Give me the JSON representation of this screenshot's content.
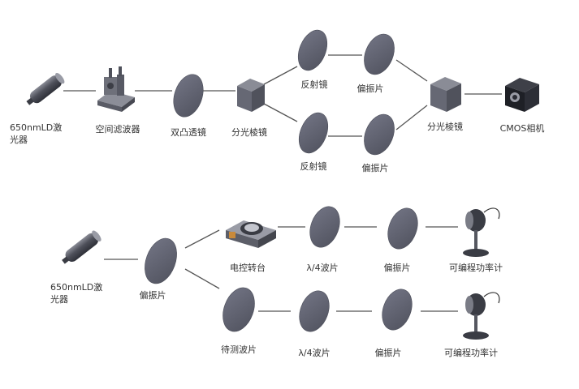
{
  "colors": {
    "line": "#555555",
    "component_fill": "#5e6070",
    "component_edge": "#4a4c58",
    "text": "#333333"
  },
  "setup_top": {
    "laser_line1": "650nmLD激",
    "laser_line2": "光器",
    "spatial_filter": "空间滤波器",
    "biconvex_lens": "双凸透镜",
    "beam_splitter_in": "分光棱镜",
    "mirror_upper": "反射镜",
    "polarizer_upper": "偏振片",
    "mirror_lower": "反射镜",
    "polarizer_lower": "偏振片",
    "beam_splitter_out": "分光棱镜",
    "camera": "CMOS相机"
  },
  "setup_bottom": {
    "laser_line1": "650nmLD激",
    "laser_line2": "光器",
    "polarizer_in": "偏振片",
    "rotation_stage": "电控转台",
    "quarter_wave_upper": "λ/4波片",
    "polarizer_upper": "偏振片",
    "power_meter_upper": "可编程功率计",
    "sample_waveplate": "待测波片",
    "quarter_wave_lower": "λ/4波片",
    "polarizer_lower": "偏振片",
    "power_meter_lower": "可编程功率计"
  }
}
